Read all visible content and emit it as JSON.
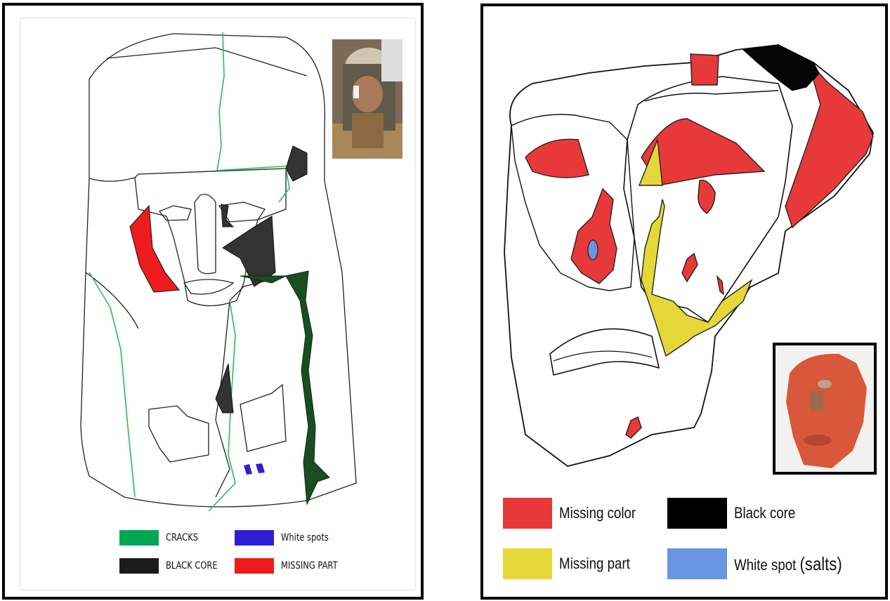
{
  "left_panel": {
    "legend": [
      {
        "label": "CRACKS",
        "color": "#00a651"
      },
      {
        "label": "White spots",
        "color": "#2e1fd6"
      },
      {
        "label": "BLACK CORE",
        "color": "#1c1c1c"
      },
      {
        "label": "MISSING PART",
        "color": "#ee1c1c"
      }
    ],
    "photo_icon": "statue-photo"
  },
  "right_panel": {
    "legend": [
      {
        "label": "Missing color",
        "color": "#e8393a"
      },
      {
        "label": "Black core",
        "color": "#000000"
      },
      {
        "label": "Missing part",
        "color": "#e4d838"
      },
      {
        "label": "White spot",
        "suffix": "(salts)",
        "color": "#6a95e0"
      }
    ],
    "photo_icon": "mask-photo"
  }
}
